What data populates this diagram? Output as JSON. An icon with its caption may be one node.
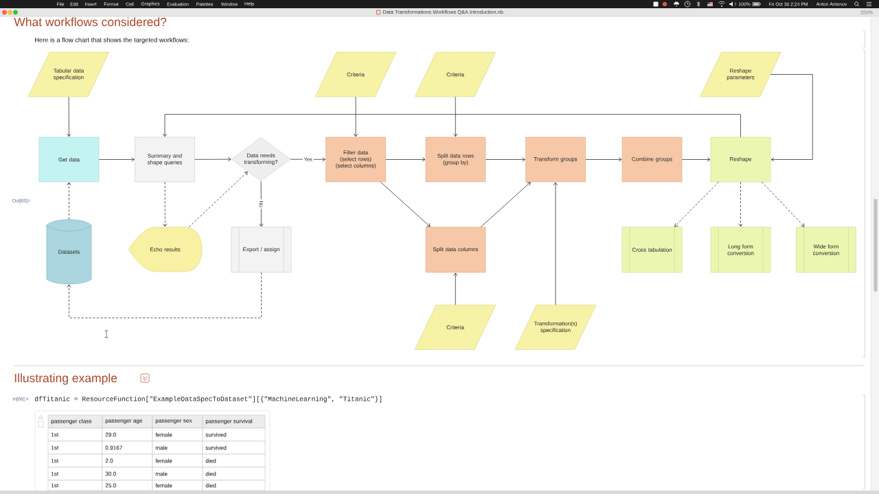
{
  "diagram": {
    "title": "What workflows considered?",
    "nodes": [
      {
        "text": [
          "Tabular data specification"
        ]
      },
      {
        "text": [
          "Criteria"
        ]
      },
      {
        "text": [
          "Criteria"
        ]
      },
      {
        "text": [
          "Reshape parameters"
        ]
      },
      {
        "text": [
          "Get data"
        ]
      },
      {
        "text": [
          "Summary and shape queries"
        ]
      },
      {
        "text": [
          "Data needs transforming?"
        ]
      },
      {
        "text": [
          "Filter data (select rows) (select columns)"
        ]
      },
      {
        "text": [
          "Split data rows (group by)"
        ]
      },
      {
        "text": [
          "Transform groups"
        ]
      },
      {
        "text": [
          "Combine groups"
        ]
      },
      {
        "text": [
          "Reshape"
        ]
      },
      {
        "text": [
          "Datasets"
        ]
      },
      {
        "text": [
          "Echo results"
        ]
      },
      {
        "text": [
          "Export / assign"
        ]
      },
      {
        "text": [
          "Split data columns"
        ]
      },
      {
        "text": [
          "Cross tabulation"
        ]
      },
      {
        "text": [
          "Long form conversion"
        ]
      },
      {
        "text": [
          "Wide form conversion"
        ]
      },
      {
        "text": [
          "Criteria"
        ]
      },
      {
        "text": [
          "Transformation(s) specification"
        ]
      }
    ],
    "edges": [
      {
        "from": 0,
        "to": 4,
        "arrow": "to"
      },
      {
        "from": 1,
        "to": 7,
        "arrow": "to"
      },
      {
        "from": 2,
        "to": 8,
        "arrow": "to"
      },
      {
        "from": 3,
        "to": 11,
        "arrow": "to"
      },
      {
        "from": 4,
        "to": 5,
        "arrow": "to"
      },
      {
        "from": 5,
        "to": 6,
        "arrow": "to"
      },
      {
        "from": 6,
        "to": 7,
        "arrow": "to",
        "label": "Yes"
      },
      {
        "from": 7,
        "to": 8,
        "arrow": "to"
      },
      {
        "from": 8,
        "to": 9,
        "arrow": "to"
      },
      {
        "from": 9,
        "to": 10,
        "arrow": "to"
      },
      {
        "from": 10,
        "to": 11,
        "arrow": "to"
      },
      {
        "from": 11,
        "to": 5,
        "arrow": "to"
      },
      {
        "from": 12,
        "to": 4,
        "arrow": "to",
        "style": "dashed"
      },
      {
        "from": 5,
        "to": 13,
        "arrow": "to",
        "style": "dashed"
      },
      {
        "from": 13,
        "to": 6,
        "arrow": "to",
        "style": "dashed"
      },
      {
        "from": 6,
        "to": 14,
        "arrow": "to",
        "label": "No"
      },
      {
        "from": 7,
        "to": 15,
        "arrow": "to"
      },
      {
        "from": 15,
        "to": 9,
        "arrow": "to"
      },
      {
        "from": 11,
        "to": 16,
        "arrow": "to",
        "style": "dashed"
      },
      {
        "from": 11,
        "to": 17,
        "arrow": "to",
        "style": "dashed"
      },
      {
        "from": 11,
        "to": 18,
        "arrow": "to",
        "style": "dashed"
      },
      {
        "from": 14,
        "to": 12,
        "arrow": "to",
        "style": "dashed"
      },
      {
        "from": 19,
        "to": 15,
        "arrow": "to"
      },
      {
        "from": 20,
        "to": 9,
        "arrow": "to"
      }
    ],
    "labels": [
      "File",
      "Edit",
      "Insert",
      "Format",
      "Cell",
      "Graphics",
      "Evaluation",
      "Palettes",
      "Window",
      "Help",
      "100%",
      "Fri Oct 30 2:24 PM",
      "Anton Antonov",
      "Data Transformations Workflows Q&A Introduction.nb",
      "150%",
      "Here is a flow chart that shows the targeted workflows:",
      "Out[65]=",
      "Illustrating example",
      "In[66]:=",
      "dfTitanic = ResourceFunction[\"ExampleDataSpecToDataset\"][{\"MachineLearning\", \"Titanic\"}]",
      "passenger class",
      "passenger age",
      "passenger sex",
      "passenger survival",
      "1st",
      "29.0",
      "female",
      "survived",
      "1st",
      "0.9167",
      "male",
      "survived",
      "1st",
      "2.0",
      "female",
      "died",
      "1st",
      "30.0",
      "male",
      "died",
      "1st",
      "25.0",
      "female",
      "died"
    ]
  }
}
